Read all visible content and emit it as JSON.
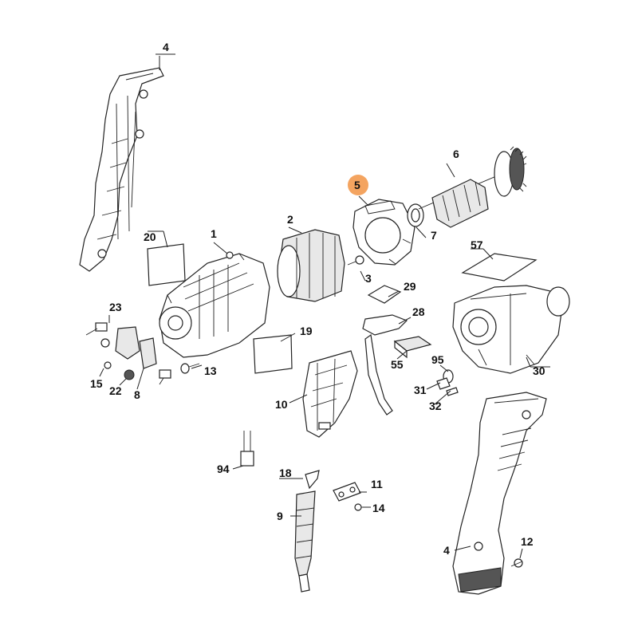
{
  "callouts": {
    "c1": "1",
    "c2": "2",
    "c3": "3",
    "c4a": "4",
    "c4b": "4",
    "c5": "5",
    "c6": "6",
    "c7": "7",
    "c8": "8",
    "c9": "9",
    "c10": "10",
    "c11": "11",
    "c12": "12",
    "c13": "13",
    "c14": "14",
    "c15": "15",
    "c18": "18",
    "c19": "19",
    "c20": "20",
    "c22": "22",
    "c23": "23",
    "c28": "28",
    "c29": "29",
    "c30": "30",
    "c31": "31",
    "c32": "32",
    "c55": "55",
    "c57": "57",
    "c94": "94",
    "c95": "95"
  },
  "highlight": {
    "part": "5",
    "color": "#f4a460"
  }
}
